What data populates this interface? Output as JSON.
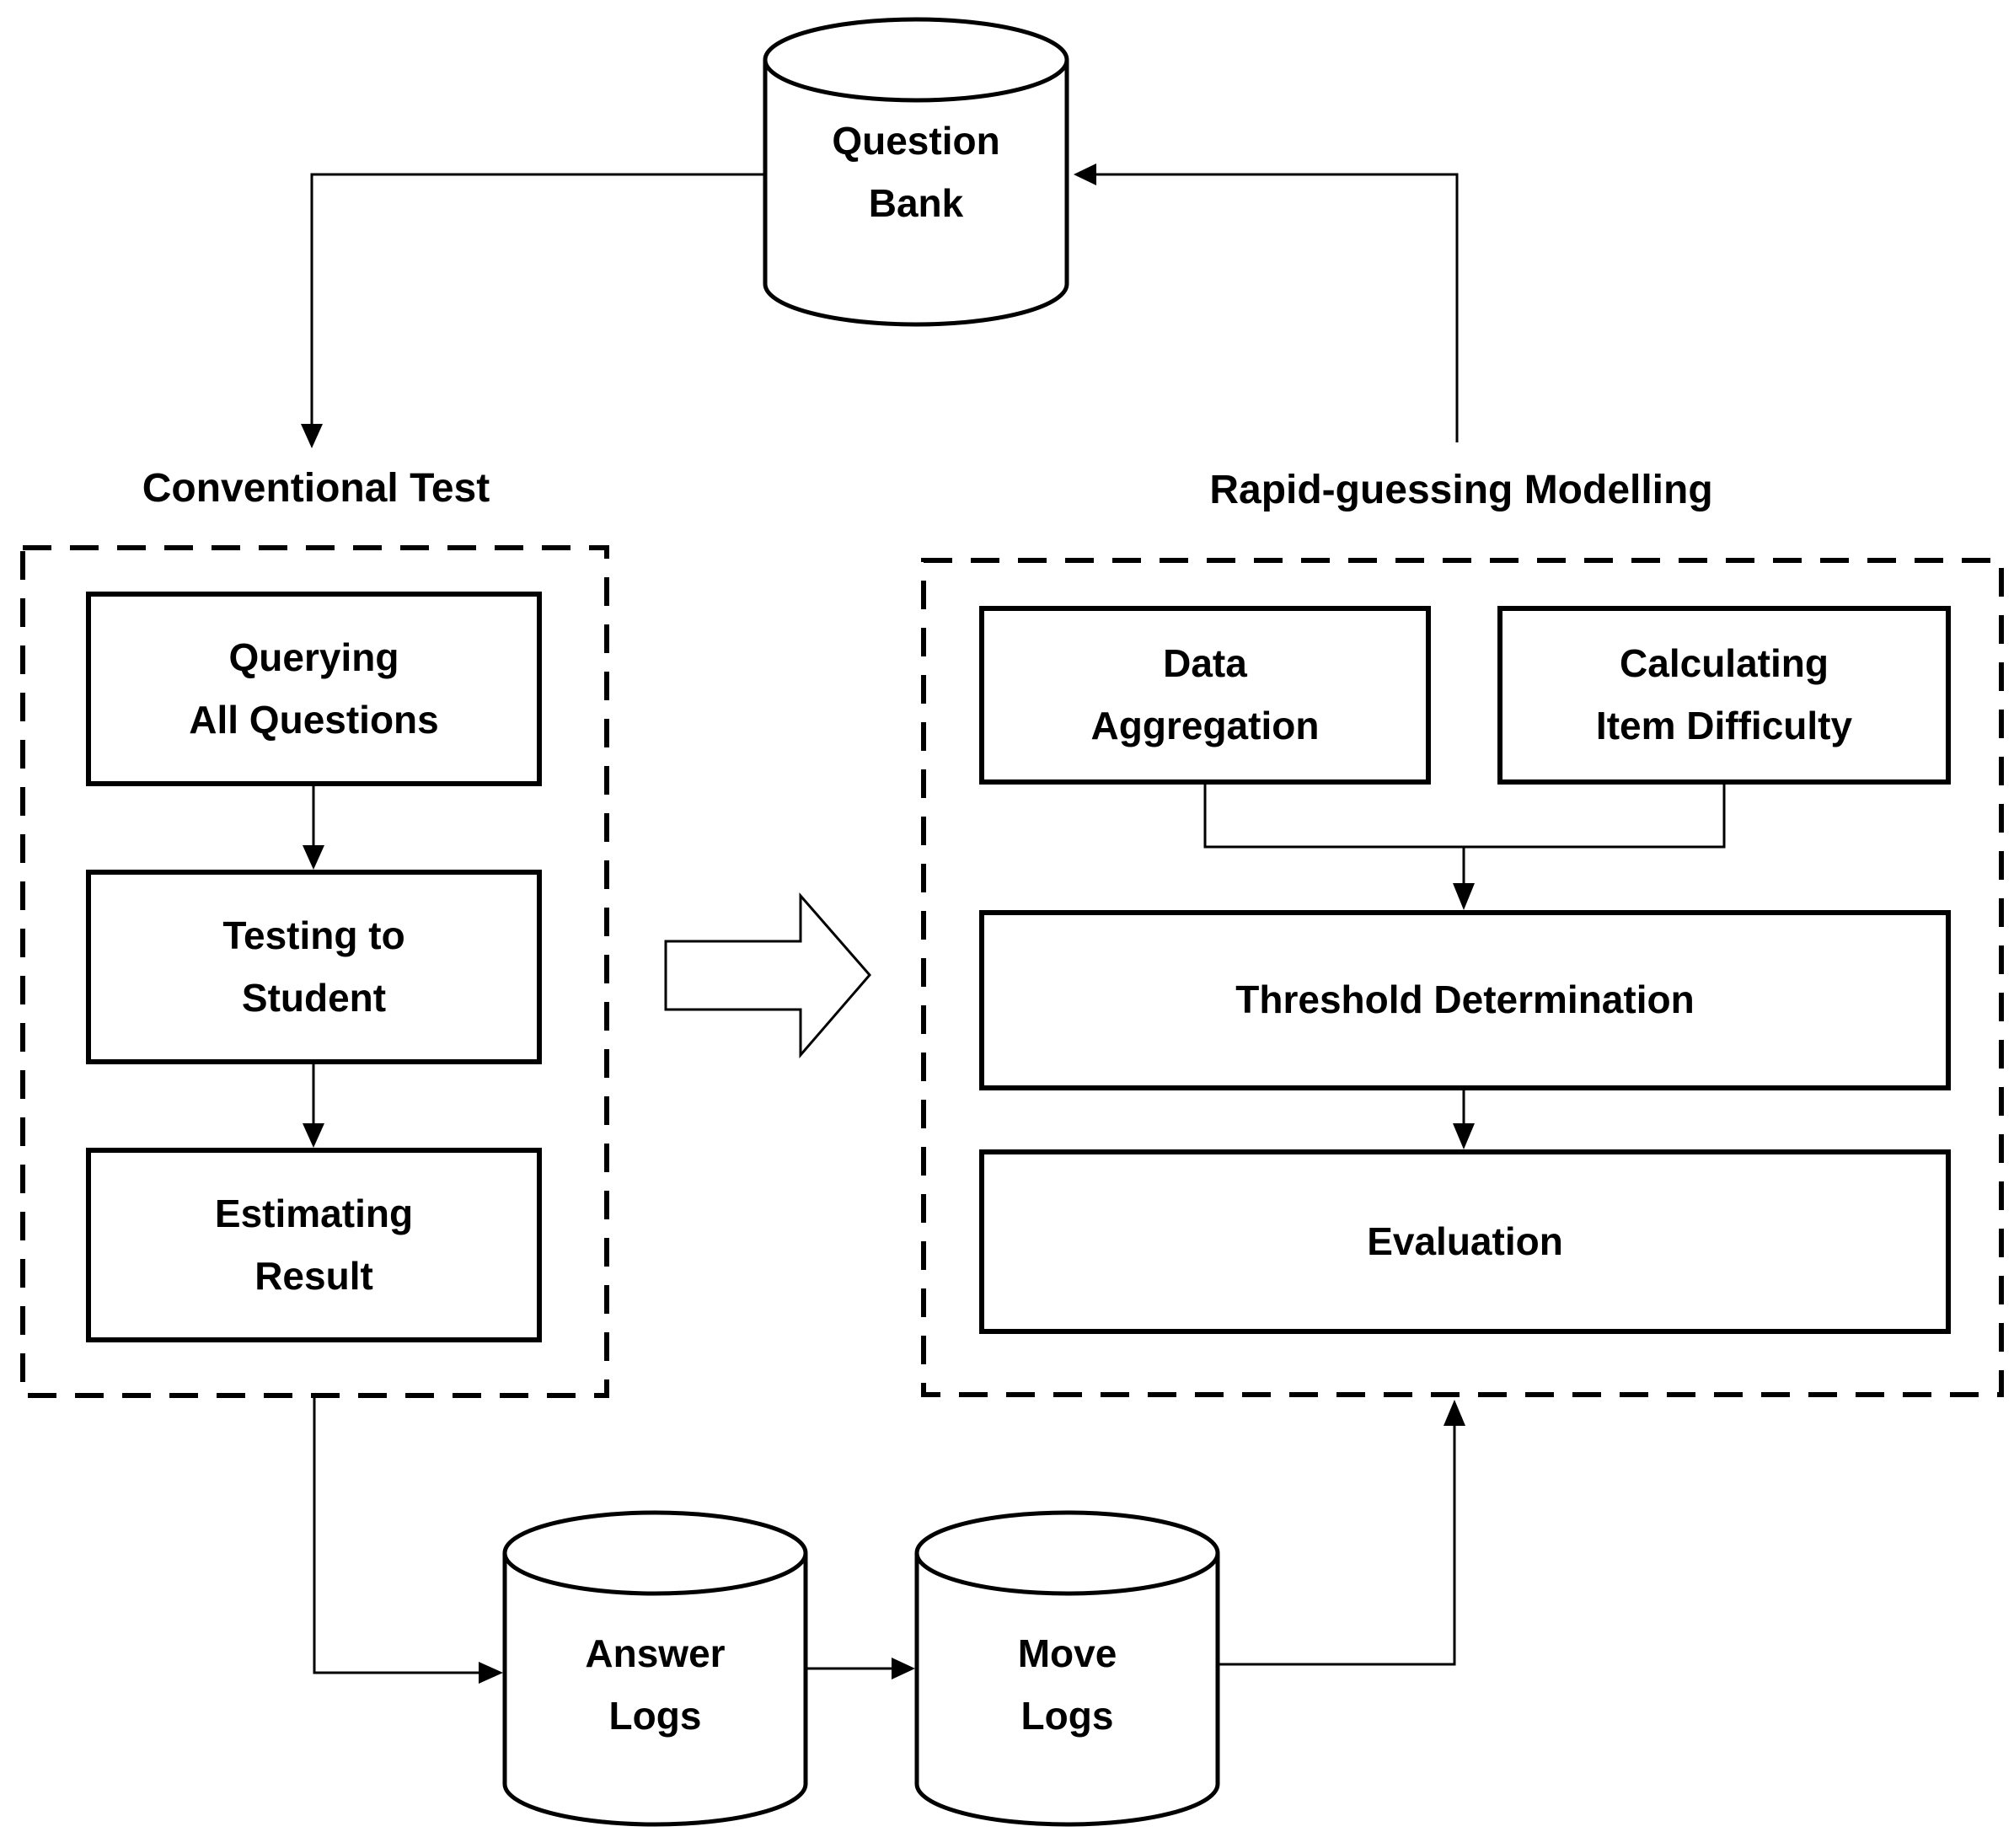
{
  "figure": {
    "title": "Rapid-guessing modelling flow diagram",
    "colors": {
      "ink": "#000000",
      "background": "#ffffff"
    },
    "sections": {
      "conventional_test": {
        "label": "Conventional Test"
      },
      "rapid_guessing": {
        "label": "Rapid-guessing Modelling"
      }
    },
    "nodes": {
      "question_bank": "Question\nBank",
      "querying": "Querying\nAll Questions",
      "testing": "Testing to\nStudent",
      "estimating": "Estimating\nResult",
      "data_aggregation": "Data\nAggregation",
      "calculating_item_difficulty": "Calculating\nItem Difficulty",
      "threshold_determination": "Threshold Determination",
      "evaluation": "Evaluation",
      "answer_logs": "Answer\nLogs",
      "move_logs": "Move\nLogs"
    }
  }
}
